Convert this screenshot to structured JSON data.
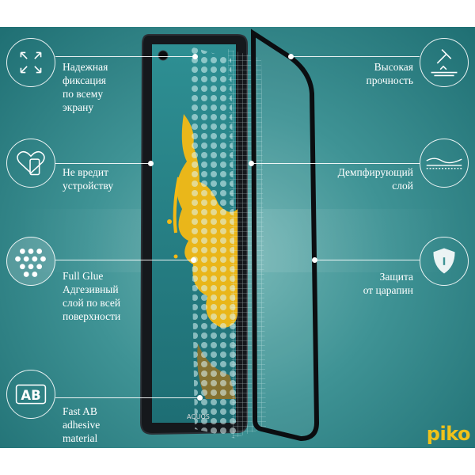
{
  "features_left": [
    {
      "icon": "expand-arrows-icon",
      "lines": [
        "Надежная",
        "фиксация",
        "по всему",
        "экрану"
      ]
    },
    {
      "icon": "heart-phone-icon",
      "lines": [
        "Не вредит",
        "устройству"
      ]
    },
    {
      "icon": "dot-pattern-icon",
      "lines": [
        "Full Glue",
        "Адгезивный",
        "слой по всей",
        "поверхности"
      ]
    },
    {
      "icon": "ab-adhesive-icon",
      "lines": [
        "Fast AB",
        "adhesive",
        "material"
      ]
    }
  ],
  "features_right": [
    {
      "icon": "hammer-glass-icon",
      "lines": [
        "Высокая",
        "прочность"
      ]
    },
    {
      "icon": "damping-layer-icon",
      "lines": [
        "Демпфирующий",
        "слой"
      ]
    },
    {
      "icon": "shield-icon",
      "lines": [
        "Защита",
        "от царапин"
      ]
    }
  ],
  "phone_brand": "AQUOS",
  "logo_text": "piko",
  "colors": {
    "accent": "#f0c21a",
    "teal_dark": "#1f6f73",
    "teal_light": "#6fb4b3"
  }
}
